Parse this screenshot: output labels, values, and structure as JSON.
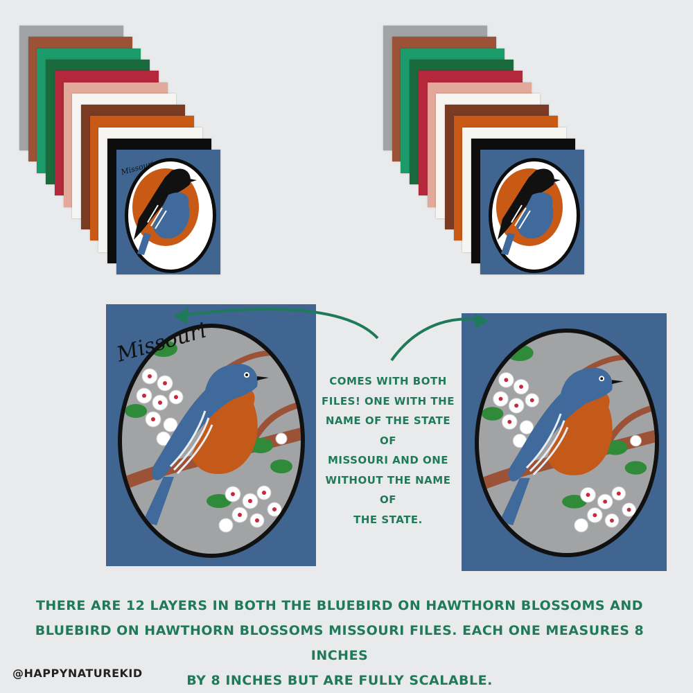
{
  "callout": {
    "lines": [
      "COMES WITH BOTH",
      "FILES! ONE WITH THE",
      "NAME OF THE STATE OF",
      "MISSOURI AND ONE",
      "WITHOUT THE NAME OF",
      "THE STATE."
    ]
  },
  "bottom_text": {
    "lines": [
      "THERE ARE 12 LAYERS IN BOTH THE BLUEBIRD ON HAWTHORN BLOSSOMS  AND",
      "BLUEBIRD ON HAWTHORN BLOSSOMS MISSOURI FILES. EACH ONE MEASURES 8 INCHES",
      "BY 8 INCHES BUT ARE FULLY SCALABLE."
    ]
  },
  "handle": "@HAPPYNATUREKID",
  "state_label": "Missouri",
  "colors": {
    "background": "#e9eaeb",
    "panel_blue": "#3f6590",
    "text_green": "#1f7a5a",
    "layer_colors": [
      "#a2a3a4",
      "#9b5237",
      "#1b9a6a",
      "#1a6a3e",
      "#b5283c",
      "#e2a89a",
      "#f7f5f2",
      "#7b3a22",
      "#c85a16",
      "#f7f5f2",
      "#0d0d0d",
      "#3f6590"
    ]
  }
}
